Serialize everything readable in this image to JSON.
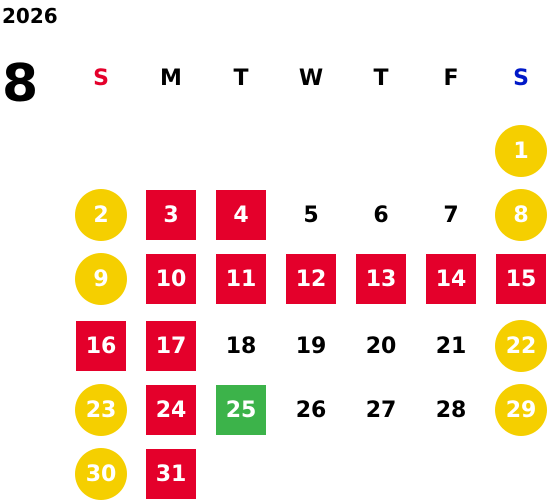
{
  "year": "2026",
  "month": "8",
  "weekdays": [
    {
      "label": "S",
      "color": "#e4002b"
    },
    {
      "label": "M",
      "color": "#000000"
    },
    {
      "label": "T",
      "color": "#000000"
    },
    {
      "label": "W",
      "color": "#000000"
    },
    {
      "label": "T",
      "color": "#000000"
    },
    {
      "label": "F",
      "color": "#000000"
    },
    {
      "label": "S",
      "color": "#0019c8"
    }
  ],
  "colors": {
    "weekend": "#f5cf00",
    "red": "#e4002b",
    "green": "#3cb34a"
  },
  "days": [
    {
      "day": "1",
      "style": "weekend"
    },
    {
      "day": "2",
      "style": "weekend"
    },
    {
      "day": "3",
      "style": "red"
    },
    {
      "day": "4",
      "style": "red"
    },
    {
      "day": "5",
      "style": "plain"
    },
    {
      "day": "6",
      "style": "plain"
    },
    {
      "day": "7",
      "style": "plain"
    },
    {
      "day": "8",
      "style": "weekend"
    },
    {
      "day": "9",
      "style": "weekend"
    },
    {
      "day": "10",
      "style": "red"
    },
    {
      "day": "11",
      "style": "red"
    },
    {
      "day": "12",
      "style": "red"
    },
    {
      "day": "13",
      "style": "red"
    },
    {
      "day": "14",
      "style": "red"
    },
    {
      "day": "15",
      "style": "red"
    },
    {
      "day": "16",
      "style": "red"
    },
    {
      "day": "17",
      "style": "red"
    },
    {
      "day": "18",
      "style": "plain"
    },
    {
      "day": "19",
      "style": "plain"
    },
    {
      "day": "20",
      "style": "plain"
    },
    {
      "day": "21",
      "style": "plain"
    },
    {
      "day": "22",
      "style": "weekend"
    },
    {
      "day": "23",
      "style": "weekend"
    },
    {
      "day": "24",
      "style": "red"
    },
    {
      "day": "25",
      "style": "green"
    },
    {
      "day": "26",
      "style": "plain"
    },
    {
      "day": "27",
      "style": "plain"
    },
    {
      "day": "28",
      "style": "plain"
    },
    {
      "day": "29",
      "style": "weekend"
    },
    {
      "day": "30",
      "style": "weekend"
    },
    {
      "day": "31",
      "style": "red"
    }
  ]
}
